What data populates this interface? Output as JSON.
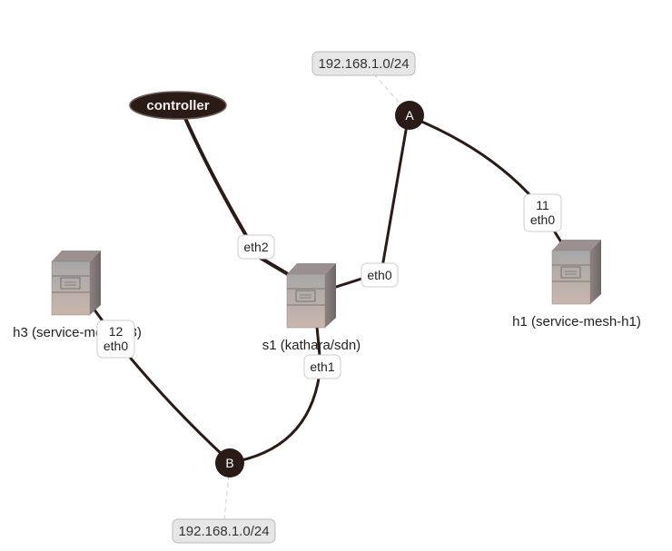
{
  "colors": {
    "link": "#2b1b17",
    "node_dark": "#2b1b17",
    "label_bg": "#ffffff",
    "label_border": "#cccccc",
    "network_bg": "#e6e6e6",
    "network_border": "#bbbbbb",
    "dashed": "#cccccc"
  },
  "controller": {
    "label": "controller"
  },
  "switches": {
    "a": {
      "label": "A"
    },
    "b": {
      "label": "B"
    }
  },
  "hosts": {
    "s1": {
      "label": "s1 (kathara/sdn)",
      "icon": "server-icon"
    },
    "h1": {
      "label": "h1 (service-mesh-h1)",
      "icon": "server-icon"
    },
    "h3": {
      "label": "h3 (service-mesh-h3)",
      "icon": "server-icon"
    }
  },
  "networks": {
    "top": "192.168.1.0/24",
    "bottom": "192.168.1.0/24"
  },
  "ports": {
    "s1_eth2": "eth2",
    "s1_eth0": "eth0",
    "s1_eth1": "eth1",
    "h1_num": "11",
    "h1_eth0": "eth0",
    "h3_num": "12",
    "h3_eth0": "eth0"
  }
}
